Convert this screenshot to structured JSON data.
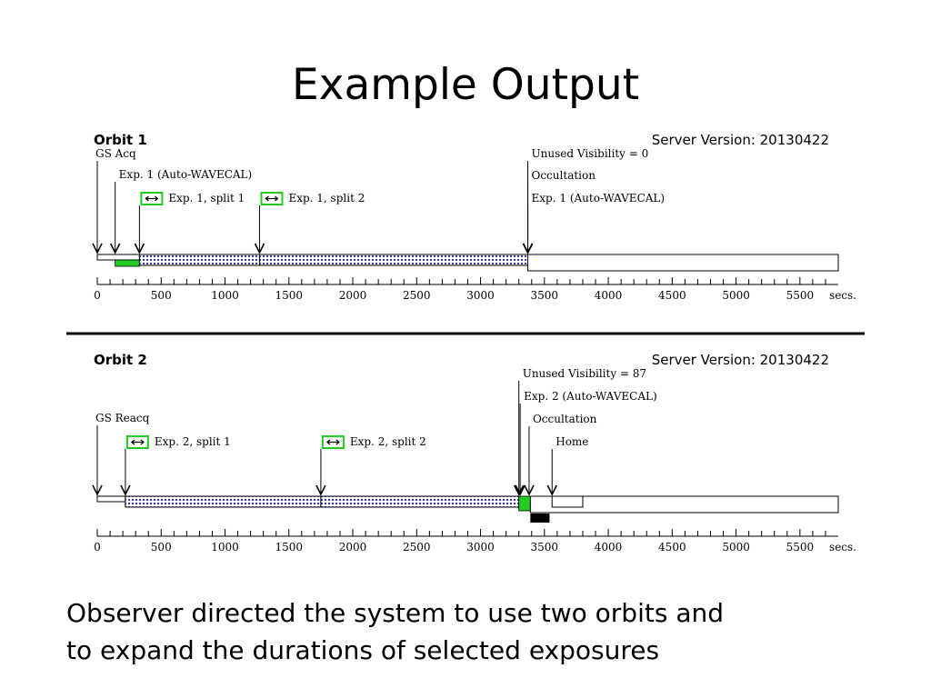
{
  "slide": {
    "title": "Example Output",
    "caption_lines": [
      "Observer directed the system to use two orbits and",
      "to expand the durations of selected exposures"
    ]
  },
  "colors": {
    "exposure_fill": "#2020c0",
    "auto_wavecal": "#22cc22",
    "occultation": "#000000"
  },
  "axis": {
    "ticks": [
      0,
      500,
      1000,
      1500,
      2000,
      2500,
      3000,
      3500,
      4000,
      4500,
      5000,
      5500
    ],
    "unit": "secs.",
    "max": 5800
  },
  "orbits": [
    {
      "name": "Orbit 1",
      "server_version": "Server Version: 20130422",
      "labels": [
        {
          "text": "GS Acq",
          "at": 0
        },
        {
          "text": "Exp. 1 (Auto-WAVECAL)",
          "at": 140
        },
        {
          "text": "Exp. 1, split 1",
          "at": 330,
          "icon": true
        },
        {
          "text": "Exp. 1, split 2",
          "at": 1270,
          "icon": true
        },
        {
          "text": "Unused Visibility = 0",
          "at": 3370
        },
        {
          "text": "Occultation",
          "at": 3370
        },
        {
          "text": "Exp. 1 (Auto-WAVECAL)",
          "at": 3370
        }
      ],
      "segments": [
        {
          "type": "gs",
          "start": 0,
          "end": 330
        },
        {
          "type": "wavecal",
          "start": 140,
          "end": 330
        },
        {
          "type": "exposure",
          "start": 330,
          "end": 1270
        },
        {
          "type": "exposure",
          "start": 1270,
          "end": 3370
        },
        {
          "type": "wavecal",
          "start": 3370,
          "end": 3430
        },
        {
          "type": "occultation",
          "start": 3370,
          "end": 5800
        }
      ]
    },
    {
      "name": "Orbit 2",
      "server_version": "Server Version: 20130422",
      "labels": [
        {
          "text": "GS Reacq",
          "at": 0
        },
        {
          "text": "Exp. 2, split 1",
          "at": 220,
          "icon": true
        },
        {
          "text": "Exp. 2, split 2",
          "at": 1750,
          "icon": true
        },
        {
          "text": "Unused Visibility = 87",
          "at": 3300
        },
        {
          "text": "Exp. 2 (Auto-WAVECAL)",
          "at": 3310
        },
        {
          "text": "Occultation",
          "at": 3380
        },
        {
          "text": "Home",
          "at": 3560
        }
      ],
      "segments": [
        {
          "type": "gs",
          "start": 0,
          "end": 220
        },
        {
          "type": "exposure",
          "start": 220,
          "end": 1750
        },
        {
          "type": "exposure",
          "start": 1750,
          "end": 3300
        },
        {
          "type": "wavecal",
          "start": 3300,
          "end": 3390
        },
        {
          "type": "occultation",
          "start": 3390,
          "end": 5800
        },
        {
          "type": "home",
          "start": 3560,
          "end": 3800
        },
        {
          "type": "slew",
          "start": 3390,
          "end": 3540
        }
      ]
    }
  ]
}
